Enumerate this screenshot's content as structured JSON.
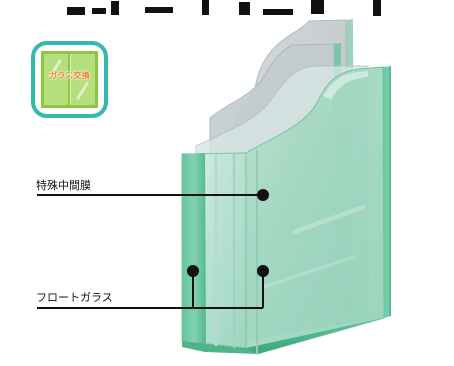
{
  "badge": {
    "label": "ガラス交換",
    "colors": {
      "frame": "#35b9ad",
      "pane": "#b7de7e",
      "mullion": "#8dc63f",
      "text": "#ee7a18"
    }
  },
  "labels": {
    "interlayer": "特殊中間膜",
    "float_glass": "フロートガラス"
  },
  "icons": [
    "window-icon"
  ]
}
